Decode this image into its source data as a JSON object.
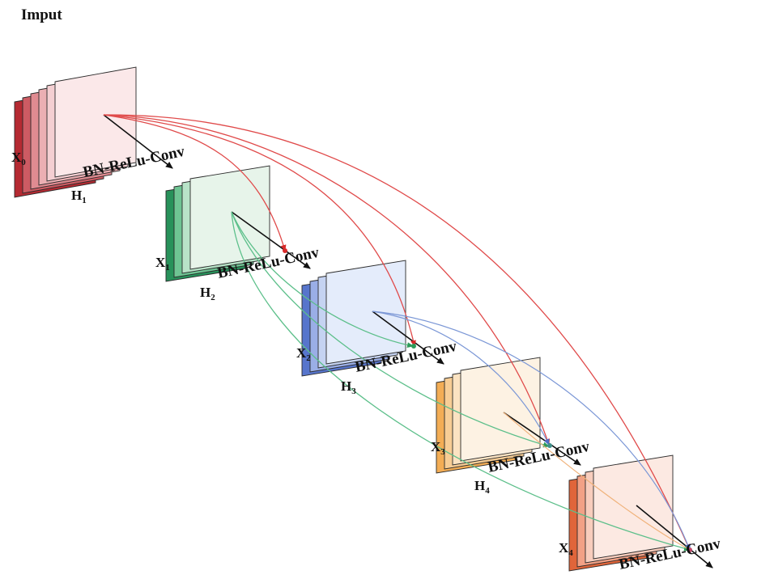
{
  "title": "Imput",
  "input_label": {
    "base": "X",
    "sub": "0"
  },
  "blocks": [
    {
      "x_label": {
        "base": "X",
        "sub": "1"
      },
      "h_label": {
        "base": "H",
        "sub": "1"
      },
      "op": "BN-ReLu-Conv",
      "colors": [
        "#27915a",
        "#6ec493",
        "#b8e3c8",
        "#e7f4ea"
      ]
    },
    {
      "x_label": {
        "base": "X",
        "sub": "2"
      },
      "h_label": {
        "base": "H",
        "sub": "2"
      },
      "op": "BN-ReLu-Conv",
      "colors": [
        "#5775cc",
        "#9aaee6",
        "#c5d3f2",
        "#e4ecfb"
      ]
    },
    {
      "x_label": {
        "base": "X",
        "sub": "3"
      },
      "h_label": {
        "base": "H",
        "sub": "3"
      },
      "op": "BN-ReLu-Conv",
      "colors": [
        "#f3ad55",
        "#f7cd95",
        "#fbe3c2",
        "#fdf2e3"
      ]
    },
    {
      "x_label": {
        "base": "X",
        "sub": "4"
      },
      "h_label": {
        "base": "H",
        "sub": "4"
      },
      "op": "BN-ReLu-Conv",
      "colors": [
        "#e0653a",
        "#f2a186",
        "#f8cdbd",
        "#fce9e2"
      ]
    }
  ],
  "input_colors": [
    "#b52a32",
    "#cd5b63",
    "#e08b91",
    "#ebafb3",
    "#f4cfd2",
    "#fbe8e9"
  ],
  "connection_colors": {
    "from_input": "#e04a4a",
    "from_x1": "#5cbf8a",
    "from_x2": "#7b97d6",
    "from_x3": "#f0b27a"
  }
}
